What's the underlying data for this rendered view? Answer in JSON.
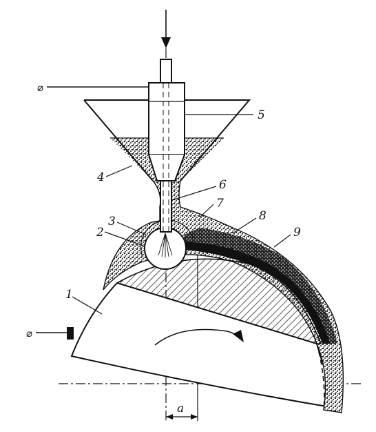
{
  "figure": {
    "part_labels": [
      "1",
      "2",
      "3",
      "4",
      "5",
      "6",
      "7",
      "8",
      "9"
    ],
    "dimension_label": "a",
    "terminal_symbol": "⌀",
    "colors": {
      "ink": "#111111",
      "paper": "#ffffff"
    },
    "icons": [
      "feed-arrow-icon",
      "rotation-arrow-icon",
      "terminal-symbol-icon"
    ]
  }
}
